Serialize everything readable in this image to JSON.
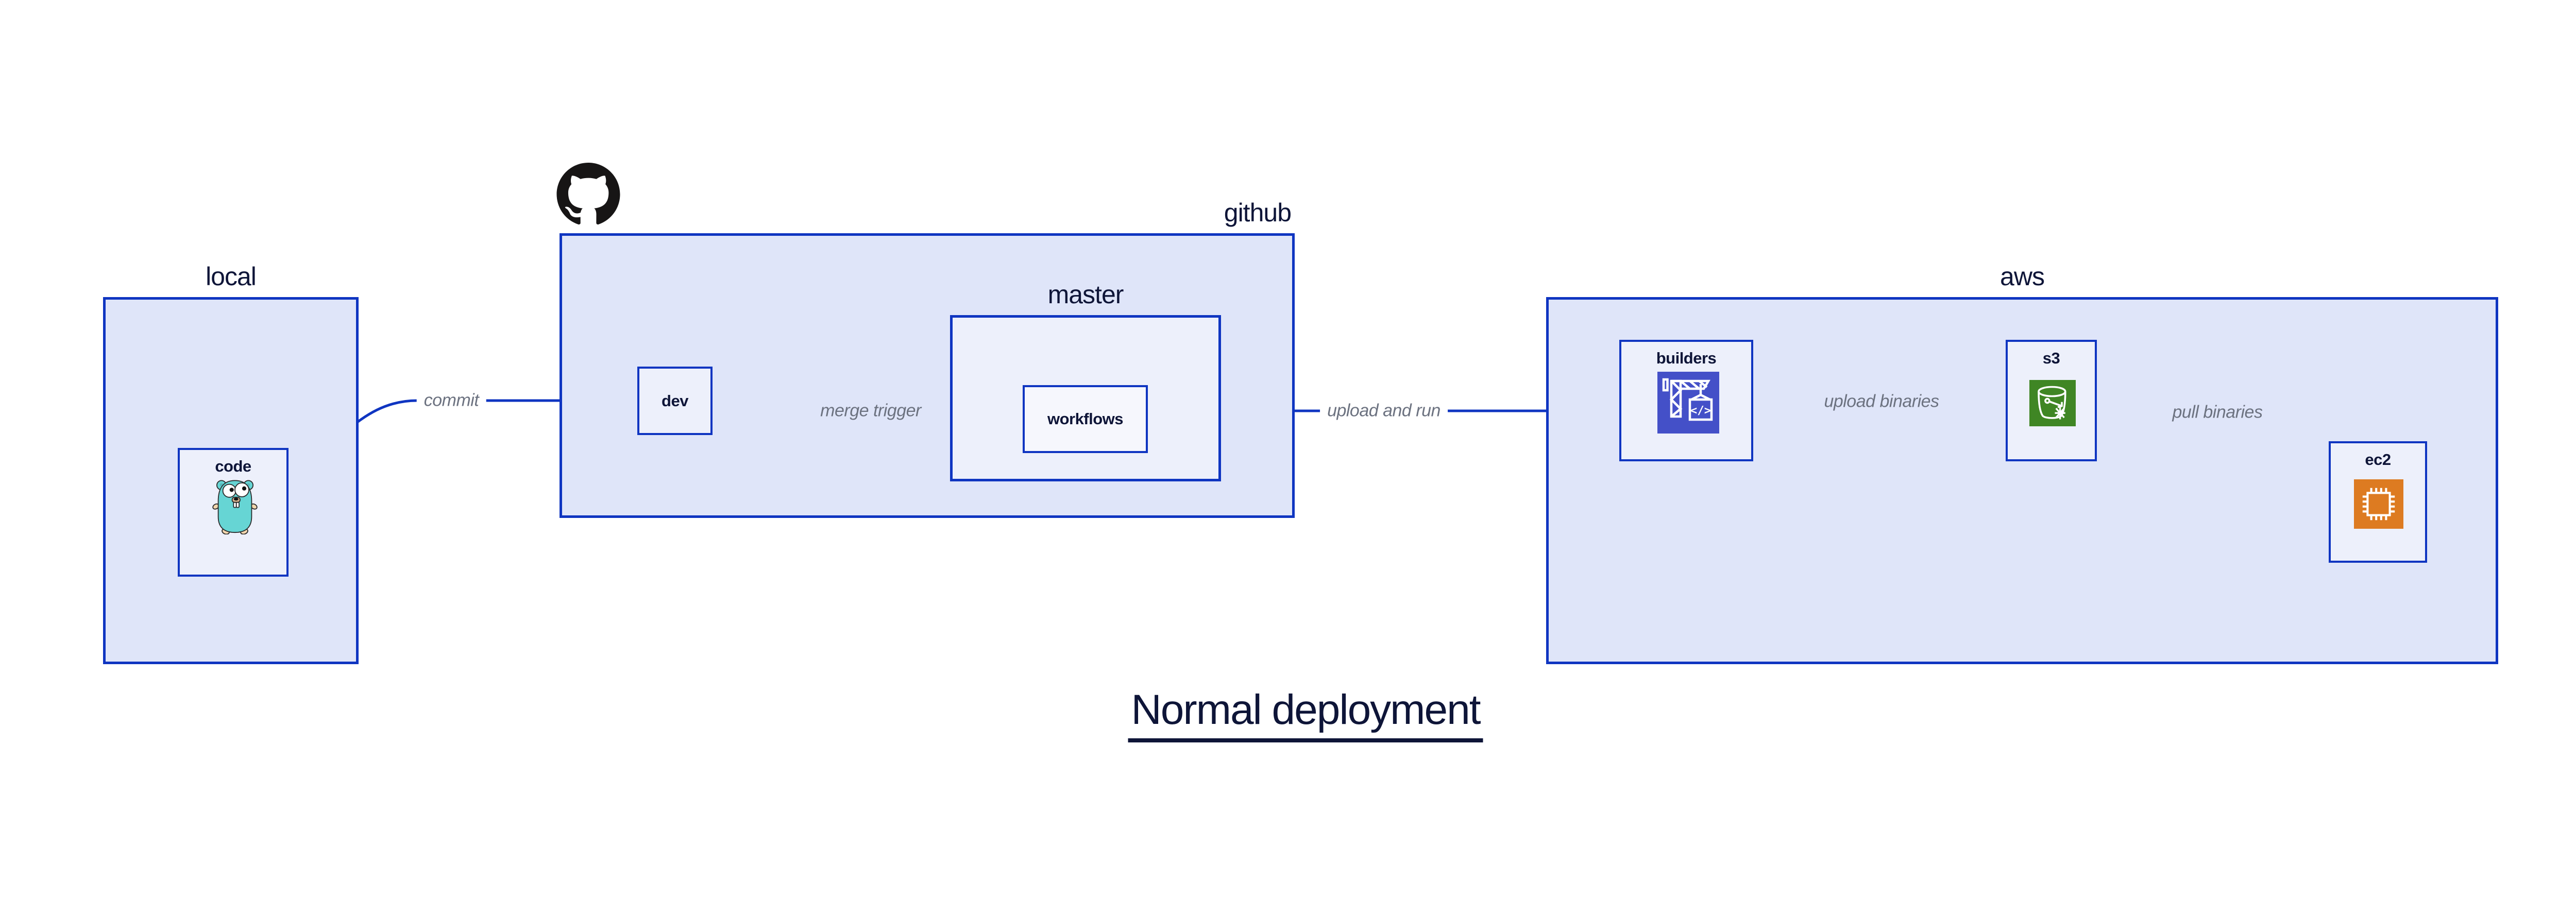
{
  "title": {
    "text": "Normal deployment"
  },
  "groups": {
    "local": {
      "label": "local"
    },
    "github": {
      "label": "github"
    },
    "master": {
      "label": "master"
    },
    "aws": {
      "label": "aws"
    }
  },
  "nodes": {
    "code": {
      "label": "code",
      "icon": "go-gopher-icon"
    },
    "dev": {
      "label": "dev"
    },
    "workflows": {
      "label": "workflows"
    },
    "builders": {
      "label": "builders",
      "icon": "codebuild-crane-icon"
    },
    "s3": {
      "label": "s3",
      "icon": "s3-glacier-bucket-icon"
    },
    "ec2": {
      "label": "ec2",
      "icon": "ec2-chip-icon"
    }
  },
  "edges": {
    "commit": {
      "label": "commit",
      "from": "local.code",
      "to": "github.dev"
    },
    "merge_trigger": {
      "label": "merge trigger",
      "from": "github.dev",
      "to": "github.master.workflows"
    },
    "upload_and_run": {
      "label": "upload and run",
      "from": "github.master.workflows",
      "to": "aws.builders"
    },
    "upload_binaries": {
      "label": "upload binaries",
      "from": "aws.builders",
      "to": "aws.s3"
    },
    "pull_binaries": {
      "label": "pull binaries",
      "from": "aws.s3",
      "to": "aws.ec2"
    }
  },
  "icons": {
    "github_logo": "github-octocat-icon"
  },
  "colors": {
    "edge_blue": "#0f35c1",
    "container_fill": "#dfe5f9",
    "node_fill": "#edf0fb",
    "nested_node_fill": "#f6f7fd",
    "text_navy": "#0e1538",
    "edge_label_gray": "#6c7280",
    "codebuild_indigo": "#4450c8",
    "s3_green": "#3f8624",
    "ec2_orange": "#dd7b21",
    "octocat_black": "#171515",
    "gopher_teal": "#66d5d4"
  }
}
